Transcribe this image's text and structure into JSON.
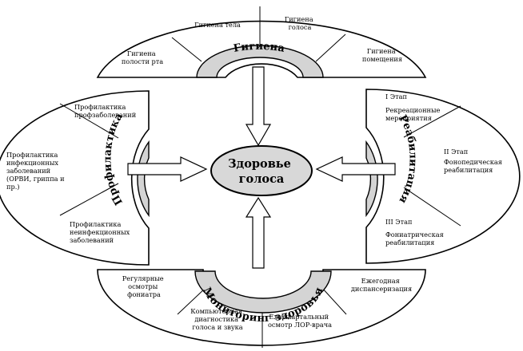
{
  "center": {
    "line1": "Здоровье",
    "line2": "голоса"
  },
  "colors": {
    "band_fill": "#d4d4d4",
    "center_fill": "#d8d8d8",
    "stroke": "#000000",
    "background": "#ffffff"
  },
  "hygiene": {
    "title": "Гигиена",
    "items": [
      {
        "lines": [
          "Гигиена",
          "полости рта"
        ]
      },
      {
        "lines": [
          "Гигиена тела"
        ]
      },
      {
        "lines": [
          "Гигиена",
          "голоса"
        ]
      },
      {
        "lines": [
          "Гигиена",
          "помещения"
        ]
      }
    ]
  },
  "prevention": {
    "title": "Профилактика",
    "items": [
      {
        "lines": [
          "Профилактика",
          "профзаболеваний"
        ]
      },
      {
        "lines": [
          "Профилактика",
          "инфекционных",
          "заболеваний",
          "(ОРВИ, гриппа и",
          "пр.)"
        ]
      },
      {
        "lines": [
          "Профилактика",
          "неинфекционных",
          "заболеваний"
        ]
      }
    ]
  },
  "rehabilitation": {
    "title": "Реабилитация",
    "items": [
      {
        "lines": [
          "I Этап",
          "Рекреационные",
          "мероприятия"
        ]
      },
      {
        "lines": [
          "II Этап",
          "Фонопедическая",
          "реабилитация"
        ]
      },
      {
        "lines": [
          "III Этап",
          "Фониатрическая",
          "реабилитация"
        ]
      }
    ]
  },
  "monitoring": {
    "title": "Мониторинг здоровья",
    "items": [
      {
        "lines": [
          "Регулярные",
          "осмотры",
          "фониатра"
        ]
      },
      {
        "lines": [
          "Компьютерная",
          "диагностика",
          "голоса и звука"
        ]
      },
      {
        "lines": [
          "Ежеквартальный",
          "осмотр ЛОР-врача"
        ]
      },
      {
        "lines": [
          "Ежегодная",
          "диспансеризация"
        ]
      }
    ]
  }
}
